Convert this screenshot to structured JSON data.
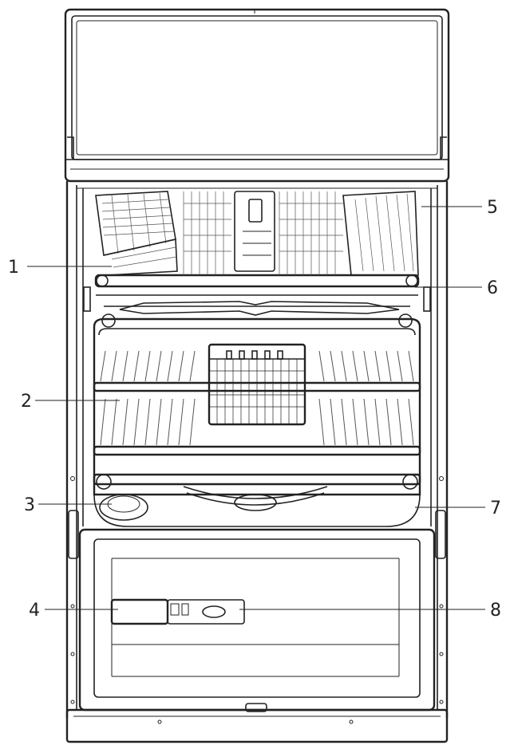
{
  "diagram": {
    "callouts": [
      {
        "number": "1"
      },
      {
        "number": "2"
      },
      {
        "number": "3"
      },
      {
        "number": "4"
      },
      {
        "number": "5"
      },
      {
        "number": "6"
      },
      {
        "number": "7"
      },
      {
        "number": "8"
      }
    ]
  },
  "colors": {
    "line": "#222222",
    "background": "#ffffff"
  }
}
